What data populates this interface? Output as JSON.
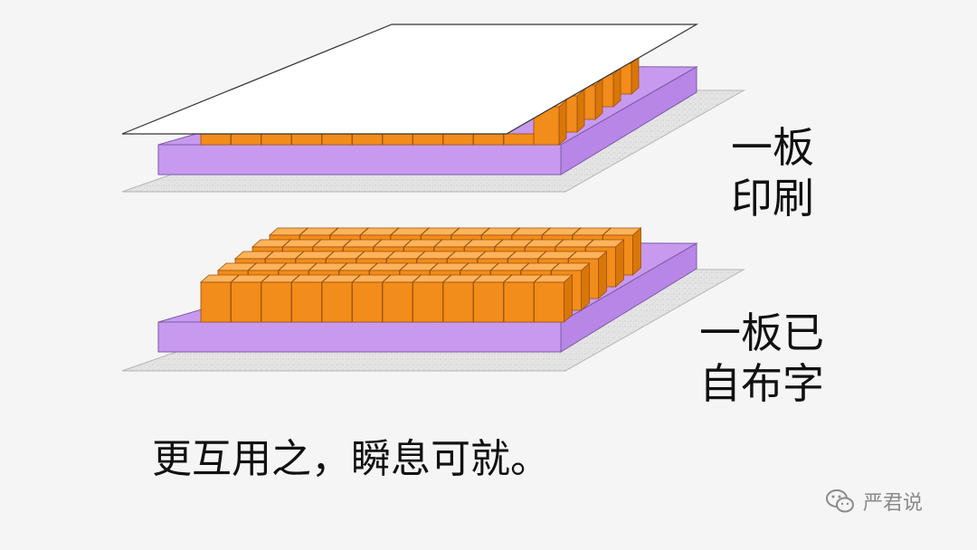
{
  "labels": {
    "print_plate_line1": "一板",
    "print_plate_line2": "印刷",
    "set_plate_line1": "一板已",
    "set_plate_line2": "自布字"
  },
  "caption": "更互用之，瞬息可就。",
  "watermark": {
    "icon": "wechat-icon",
    "text": "严君说"
  },
  "colors": {
    "type_block": "#f28c1a",
    "frame": "#c79af0",
    "base": "#e3e3e3",
    "paper": "#ffffff"
  }
}
